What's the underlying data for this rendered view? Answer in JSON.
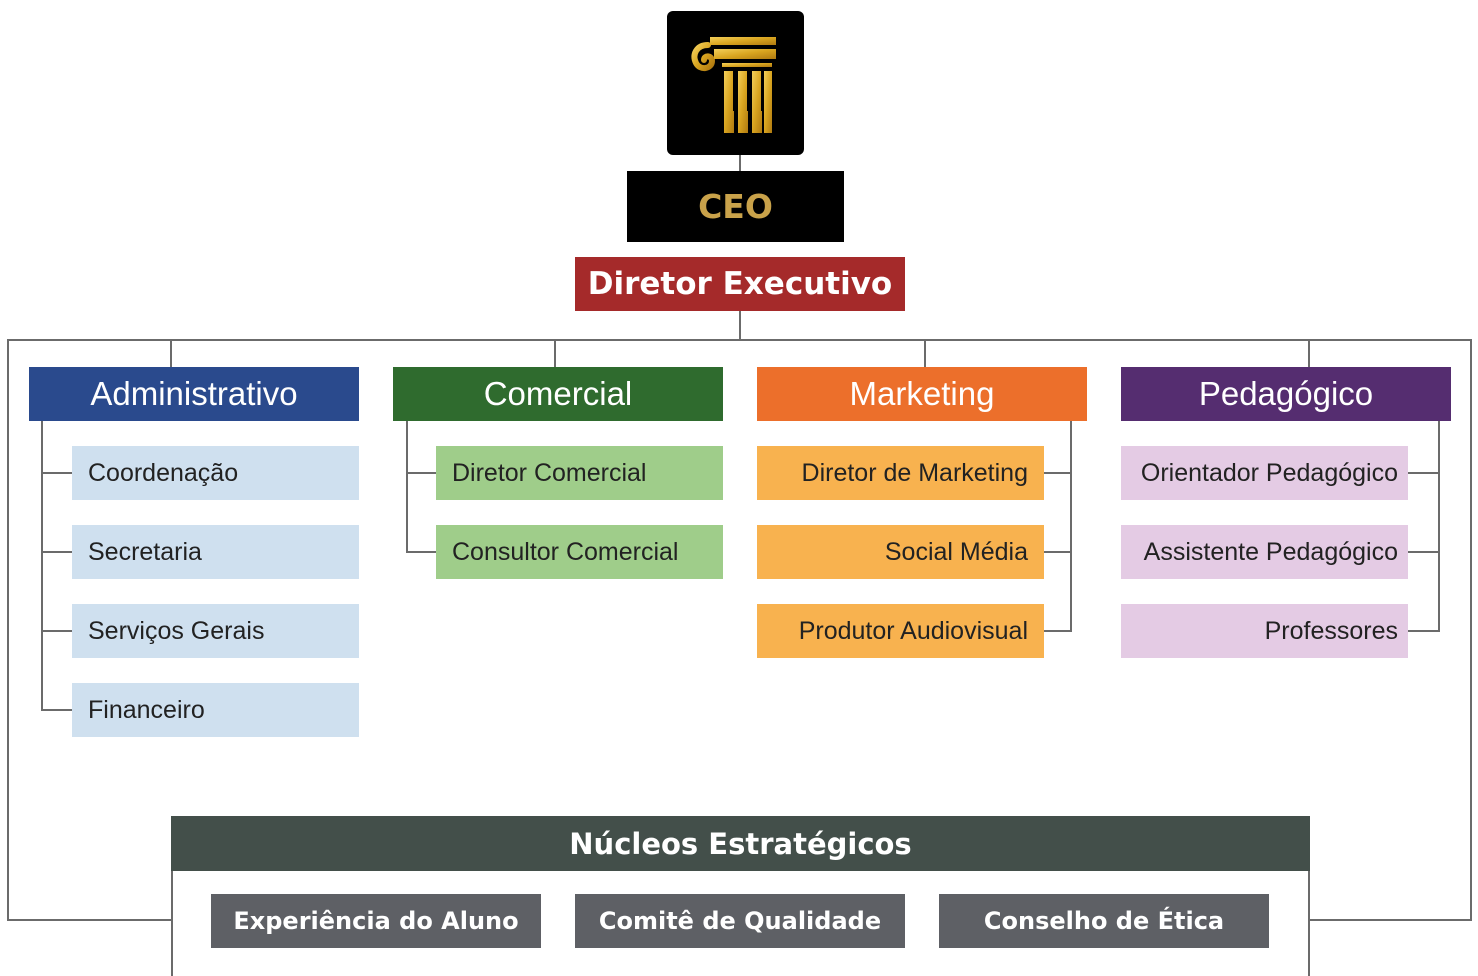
{
  "colors": {
    "ceo_bg": "#000000",
    "ceo_text": "#c9a24a",
    "logo_gold": "#d9a520",
    "director_bg": "#a52a2a",
    "administrativo": "#2a4a8d",
    "administrativo_sub": "#cfe0ef",
    "comercial": "#2f6b2e",
    "comercial_sub": "#9fcd8a",
    "marketing": "#ec6f2b",
    "marketing_sub": "#f8b24f",
    "pedagogico": "#552d70",
    "pedagogico_sub": "#e4cbe4",
    "nucleos_header": "#434f4a",
    "nucleos_item": "#5e6065"
  },
  "logo": {
    "icon": "ionic-column-icon"
  },
  "ceo": {
    "label": "CEO"
  },
  "director": {
    "label": "Diretor Executivo"
  },
  "departments": {
    "administrativo": {
      "title": "Administrativo",
      "items": [
        "Coordenação",
        "Secretaria",
        "Serviços Gerais",
        "Financeiro"
      ]
    },
    "comercial": {
      "title": "Comercial",
      "items": [
        "Diretor Comercial",
        "Consultor Comercial"
      ]
    },
    "marketing": {
      "title": "Marketing",
      "items": [
        "Diretor de Marketing",
        "Social Média",
        "Produtor Audiovisual"
      ]
    },
    "pedagogico": {
      "title": "Pedagógico",
      "items": [
        "Orientador Pedagógico",
        "Assistente Pedagógico",
        "Professores"
      ]
    }
  },
  "nucleos": {
    "title": "Núcleos Estratégicos",
    "items": [
      "Experiência do Aluno",
      "Comitê de Qualidade",
      "Conselho de Ética"
    ]
  }
}
